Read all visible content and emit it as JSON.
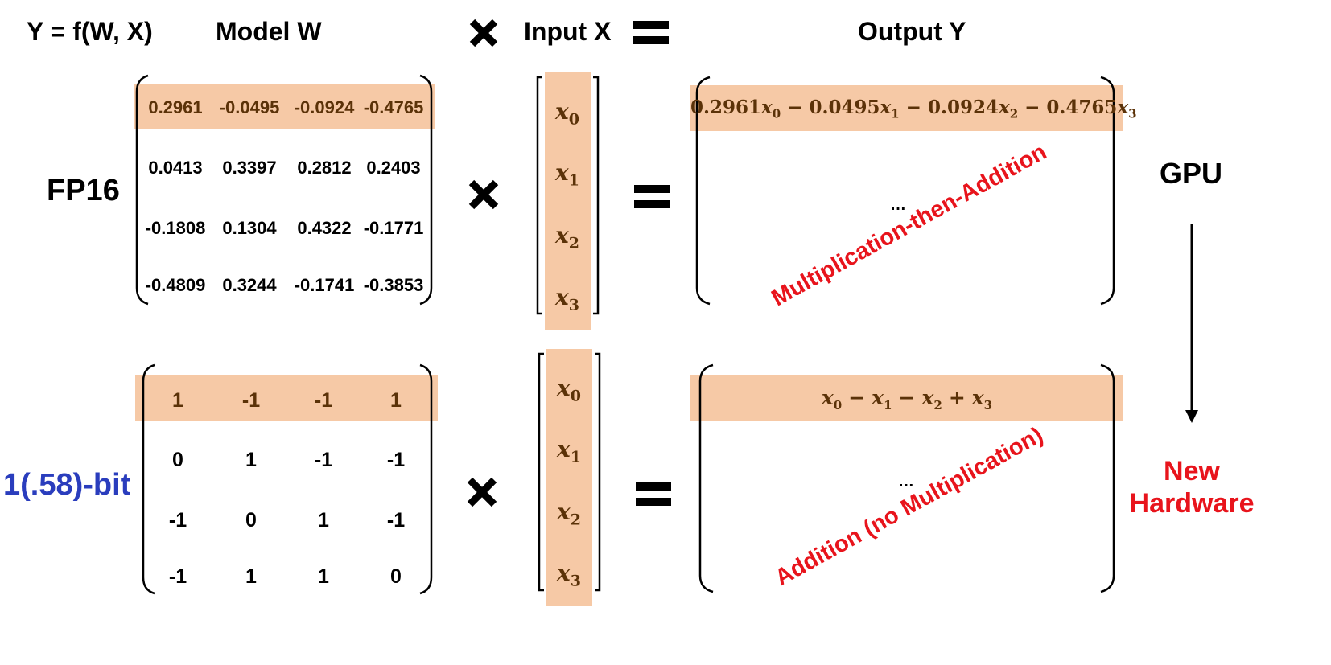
{
  "header": {
    "formula": "Y = f(W, X)",
    "model": "Model W",
    "input": "Input X",
    "output": "Output Y"
  },
  "labels": {
    "fp16": "FP16",
    "bit": "1(.58)-bit",
    "gpu": "GPU",
    "new_hardware_line1": "New",
    "new_hardware_line2": "Hardware"
  },
  "fp16_matrix": [
    [
      "0.2961",
      "-0.0495",
      "-0.0924",
      "-0.4765"
    ],
    [
      "0.0413",
      "0.3397",
      "0.2812",
      "0.2403"
    ],
    [
      "-0.1808",
      "0.1304",
      "0.4322",
      "-0.1771"
    ],
    [
      "-0.4809",
      "0.3244",
      "-0.1741",
      "-0.3853"
    ]
  ],
  "ternary_matrix": [
    [
      "1",
      "-1",
      "-1",
      "1"
    ],
    [
      "0",
      "1",
      "-1",
      "-1"
    ],
    [
      "-1",
      "0",
      "1",
      "-1"
    ],
    [
      "-1",
      "1",
      "1",
      "0"
    ]
  ],
  "input_vector": [
    {
      "base": "x",
      "sub": "0"
    },
    {
      "base": "x",
      "sub": "1"
    },
    {
      "base": "x",
      "sub": "2"
    },
    {
      "base": "x",
      "sub": "3"
    }
  ],
  "fp16_output": {
    "terms": [
      {
        "op": "",
        "coef": "0.2961",
        "sub": "0"
      },
      {
        "op": "−",
        "coef": "0.0495",
        "sub": "1"
      },
      {
        "op": "−",
        "coef": "0.0924",
        "sub": "2"
      },
      {
        "op": "−",
        "coef": "0.4765",
        "sub": "3"
      }
    ],
    "ellipsis": "…",
    "annotation": "Multiplication-then-Addition"
  },
  "ternary_output": {
    "terms": [
      {
        "op": "",
        "coef": "",
        "sub": "0"
      },
      {
        "op": "−",
        "coef": "",
        "sub": "1"
      },
      {
        "op": "−",
        "coef": "",
        "sub": "2"
      },
      {
        "op": "+",
        "coef": "",
        "sub": "3"
      }
    ],
    "ellipsis": "…",
    "annotation": "Addition (no Multiplication)"
  },
  "colors": {
    "highlight": "#f6c9a6",
    "highlight_text": "#5b3208",
    "red": "#e8141c",
    "blue": "#2a3dbd"
  }
}
